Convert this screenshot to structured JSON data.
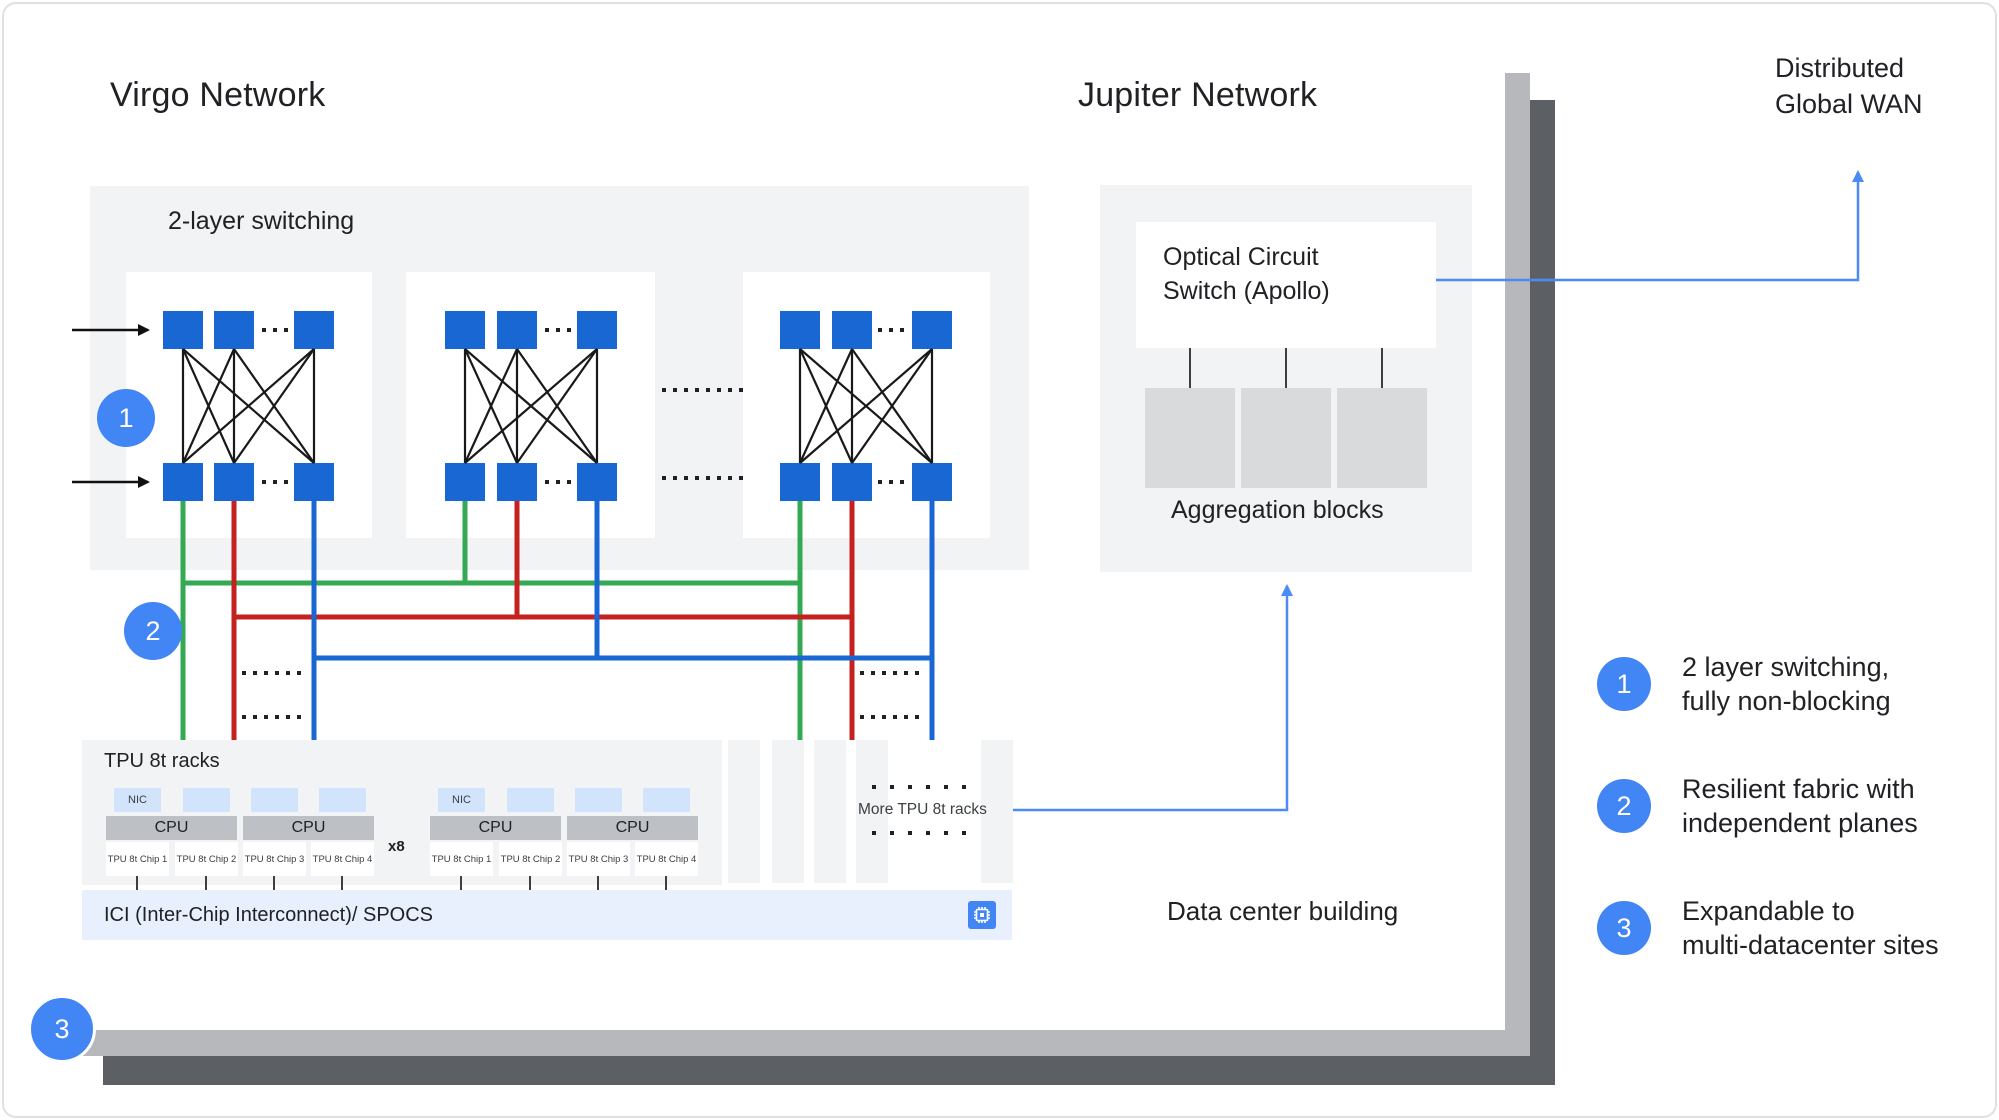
{
  "colors": {
    "ink": "#202124",
    "square-blue": "#1967D2",
    "green": "#34A853",
    "red": "#C5221F",
    "bus-blue": "#1967D2",
    "accent-blue": "#4285F4",
    "panel": "#F1F3F4",
    "block": "#D8DADC",
    "nic": "#D2E3FC",
    "cpu": "#BDC1C6",
    "ici": "#E8F0FE",
    "sheet-light": "#B6B8BB",
    "sheet-dark": "#5C6065"
  },
  "virgo": {
    "title": "Virgo Network",
    "switching_label": "2-layer switching"
  },
  "jupiter": {
    "title": "Jupiter Network",
    "ocs_label": "Optical Circuit\nSwitch (Apollo)",
    "aggregation_label": "Aggregation blocks"
  },
  "racks": {
    "title": "TPU 8t racks",
    "nic": "NIC",
    "cpu": "CPU",
    "chips": [
      "TPU 8t Chip 1",
      "TPU 8t Chip 2",
      "TPU 8t Chip 3",
      "TPU 8t Chip 4"
    ],
    "multiplier": "x8",
    "more_label": "More TPU 8t racks",
    "ici_label": "ICI (Inter-Chip Interconnect)/ SPOCS"
  },
  "labels": {
    "wan": "Distributed\nGlobal WAN",
    "datacenter": "Data center building"
  },
  "markers": {
    "m1": "1",
    "m2": "2",
    "m3": "3"
  },
  "legend": {
    "items": [
      {
        "num": "1",
        "text": "2 layer switching,\nfully non-blocking"
      },
      {
        "num": "2",
        "text": "Resilient fabric with\nindependent planes"
      },
      {
        "num": "3",
        "text": "Expandable to\nmulti-datacenter sites"
      }
    ]
  }
}
